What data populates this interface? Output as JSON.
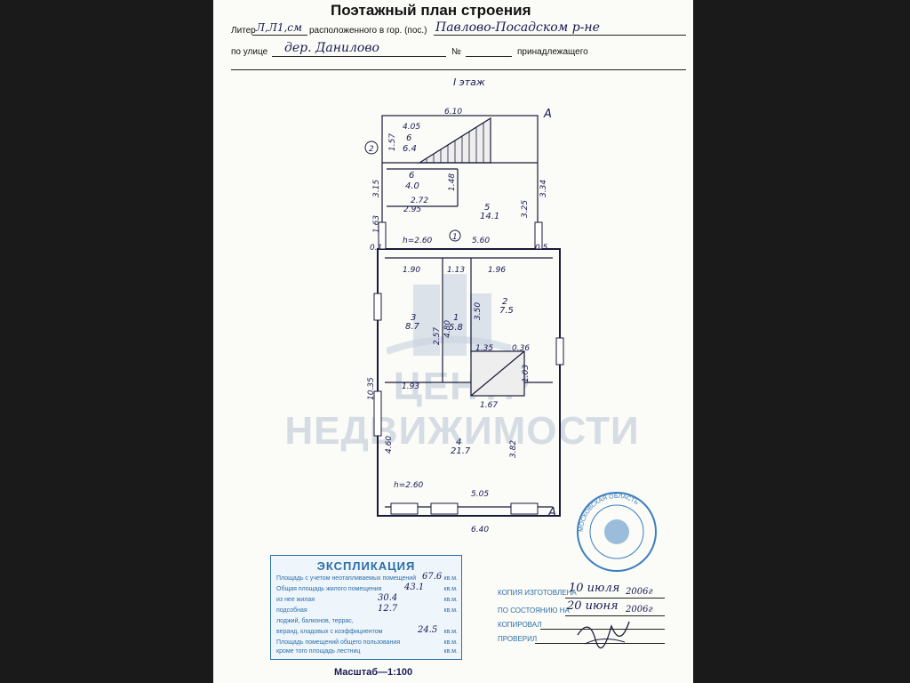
{
  "header": {
    "title": "Поэтажный план строения",
    "liter_label": "Литер",
    "liter_value": "Л,Л1,см",
    "located_label": "расположенного в гор. (пос.)",
    "located_value": "Павлово-Посадском р-не",
    "street_label": "по улице",
    "street_value": "дер. Данилово",
    "number_label": "№",
    "belongs_label": "принадлежащего"
  },
  "plan": {
    "floor_label": "I этаж",
    "axis_a": "А",
    "axis_1": "1",
    "axis_2": "2",
    "dims": {
      "top_width": "6.10",
      "stair_w": "4.05",
      "stair_h": "1.57",
      "r6_w1": "2.72",
      "r6_w2": "2.95",
      "r6_h": "1.48",
      "left_h1": "3.15",
      "left_h2": "1.63",
      "right_h1": "3.34",
      "right_h2": "3.25",
      "h_upper": "h=2.60",
      "mid_w": "5.60",
      "wall_l": "0.1",
      "wall_r": "0.5",
      "w1": "1.90",
      "w2": "1.13",
      "w3": "1.96",
      "v1": "2.57",
      "v2": "4.80",
      "v3": "3.50",
      "s1": "1.35",
      "s2": "0.36",
      "s3": "1.03",
      "w4": "1.93",
      "w5": "1.67",
      "left_big": "10.35",
      "v4": "4.60",
      "v5": "3.82",
      "h_lower": "h=2.60",
      "w6": "5.05",
      "bottom": "6.40"
    },
    "rooms": {
      "r6a_num": "6",
      "r6a_area": "6.4",
      "r6_num": "6",
      "r6_area": "4.0",
      "r5_num": "5",
      "r5_area": "14.1",
      "r3_num": "3",
      "r3_area": "8.7",
      "r1_num": "1",
      "r1_area": "5.8",
      "r2_num": "2",
      "r2_area": "7.5",
      "r4_num": "4",
      "r4_area": "21.7"
    }
  },
  "watermark": "ЦЕНТР НЕДВИЖИМОСТИ",
  "explication": {
    "title": "ЭКСПЛИКАЦИЯ",
    "rows": [
      {
        "label": "Площадь с учетом неотапливаемых помещений",
        "value": "67.6",
        "unit": "кв.м."
      },
      {
        "label": "Общая площадь жилого помещения",
        "value": "43.1",
        "unit": "кв.м."
      },
      {
        "label": "из нее жилая",
        "value": "30.4",
        "unit": "кв.м."
      },
      {
        "label": "подсобная",
        "value": "12.7",
        "unit": "кв.м."
      },
      {
        "label": "лоджий, балконов, террас,",
        "value": "",
        "unit": ""
      },
      {
        "label": "веранд, кладовых с коэффициентом",
        "value": "24.5",
        "unit": "кв.м."
      },
      {
        "label": "Площадь помещений общего пользования",
        "value": "",
        "unit": "кв.м."
      },
      {
        "label": "кроме того площадь лестниц",
        "value": "",
        "unit": "кв.м."
      }
    ]
  },
  "copy_info": {
    "made_label": "КОПИЯ ИЗГОТОВЛЕНА",
    "made_value": "10 июля",
    "made_year": "2006г",
    "state_label": "ПО СОСТОЯНИЮ НА",
    "state_value": "20 июня",
    "state_year": "2006г",
    "copied_label": "КОПИРОВАЛ",
    "checked_label": "ПРОВЕРИЛ"
  },
  "stamp_text": "МОСКОВСКАЯ ОБЛАСТЬ",
  "scale": "Масштаб—1:100",
  "colors": {
    "ink": "#1a1a55",
    "form_blue": "#2d6fa8",
    "stamp_blue": "#3b7fc0",
    "paper": "#fbfbf7"
  }
}
